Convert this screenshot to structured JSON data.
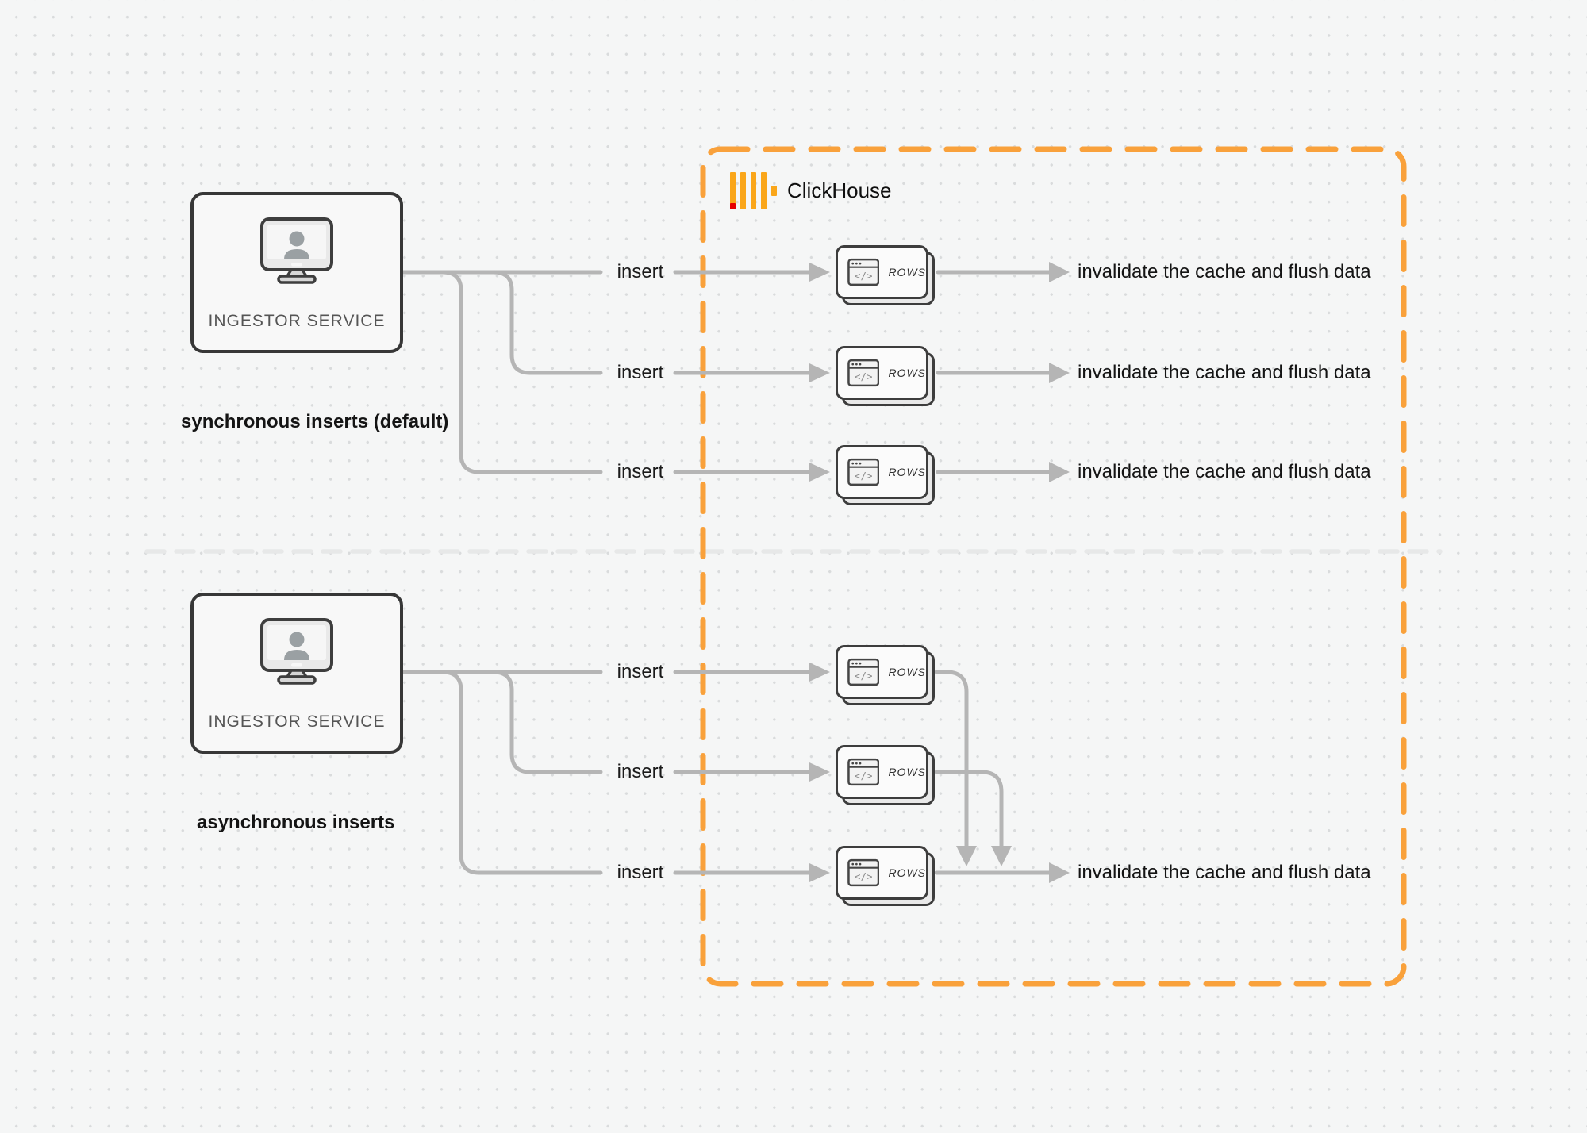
{
  "brand": {
    "name": "ClickHouse"
  },
  "labels": {
    "service": "INGESTOR SERVICE",
    "insert": "insert",
    "invalidate": "invalidate the cache and flush data",
    "rows": "ROWS",
    "code_glyph": "</>",
    "sync_caption": "synchronous inserts (default)",
    "async_caption": "asynchronous inserts"
  },
  "colors": {
    "accent_orange": "#F9A13B",
    "logo_bar_yellow": "#FAA61A",
    "logo_red": "#E60000",
    "connector_gray": "#B5B5B5",
    "outline_dark": "#3B3B3B"
  },
  "structure": {
    "sync_insert_arrows": 3,
    "sync_result_arrows": 3,
    "async_insert_arrows": 3,
    "async_result_arrows": 1
  }
}
